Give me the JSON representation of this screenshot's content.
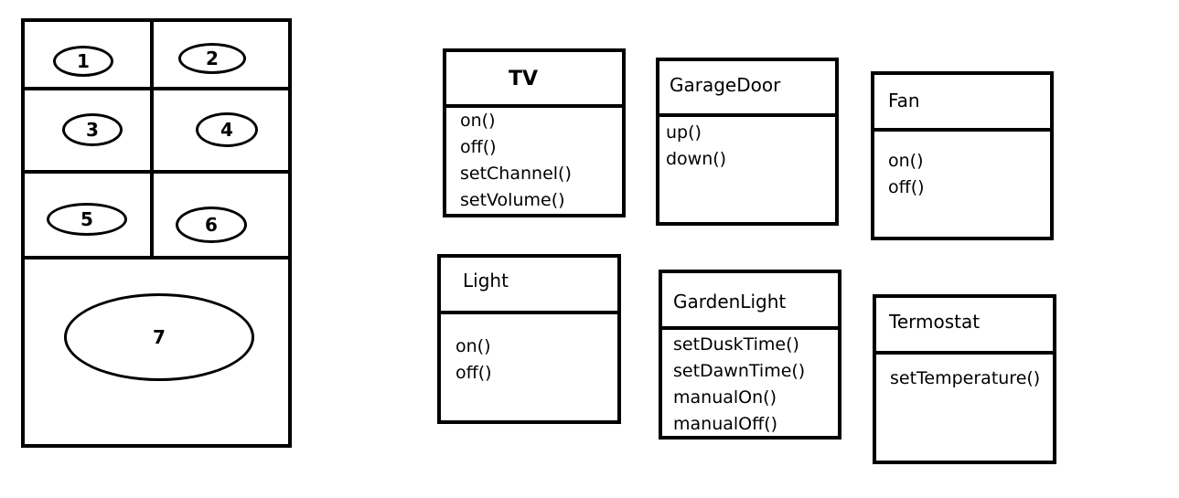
{
  "remote": {
    "buttons": [
      "1",
      "2",
      "3",
      "4",
      "5",
      "6",
      "7"
    ]
  },
  "classes": [
    {
      "name": "TV",
      "methods": [
        "on()",
        "off()",
        "setChannel()",
        "setVolume()"
      ]
    },
    {
      "name": "GarageDoor",
      "methods": [
        "up()",
        "down()"
      ]
    },
    {
      "name": "Fan",
      "methods": [
        "on()",
        "off()"
      ]
    },
    {
      "name": "Light",
      "methods": [
        "on()",
        "off()"
      ]
    },
    {
      "name": "GardenLight",
      "methods": [
        "setDuskTime()",
        "setDawnTime()",
        "manualOn()",
        "manualOff()"
      ]
    },
    {
      "name": "Termostat",
      "methods": [
        "setTemperature()"
      ]
    }
  ]
}
